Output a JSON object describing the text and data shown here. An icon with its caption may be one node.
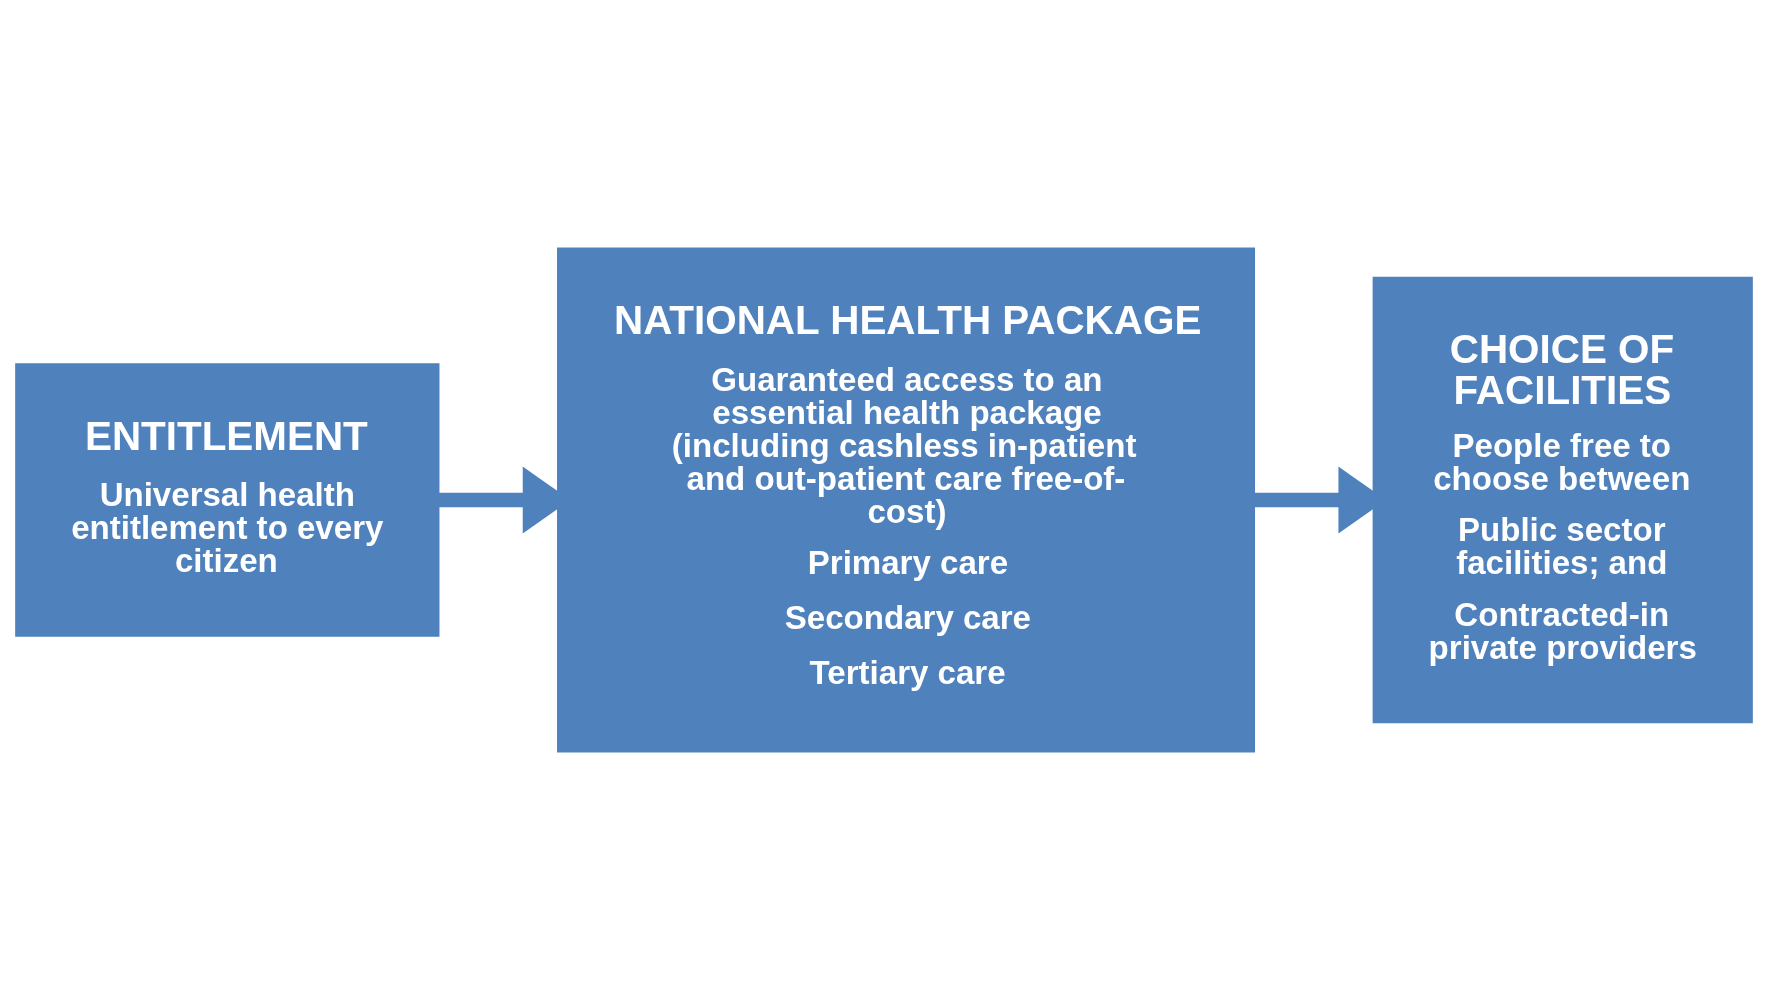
{
  "diagram": {
    "nodes": [
      {
        "text": [
          "ENTITLEMENT",
          "Universal health entitlement to every citizen"
        ]
      },
      {
        "text": [
          "NATIONAL HEALTH PACKAGE",
          "Guaranteed access to an essential health package (including cashless in-patient and out-patient care free-of-cost)",
          "Primary care",
          "Secondary care",
          "Tertiary care"
        ]
      },
      {
        "text": [
          "CHOICE OF FACILITIES",
          "People free to choose between",
          "Public sector facilities; and",
          "Contracted-in private providers"
        ]
      }
    ],
    "edges": [
      {
        "from": 0,
        "to": 1,
        "arrow": "to"
      },
      {
        "from": 1,
        "to": 2,
        "arrow": "to"
      }
    ]
  }
}
